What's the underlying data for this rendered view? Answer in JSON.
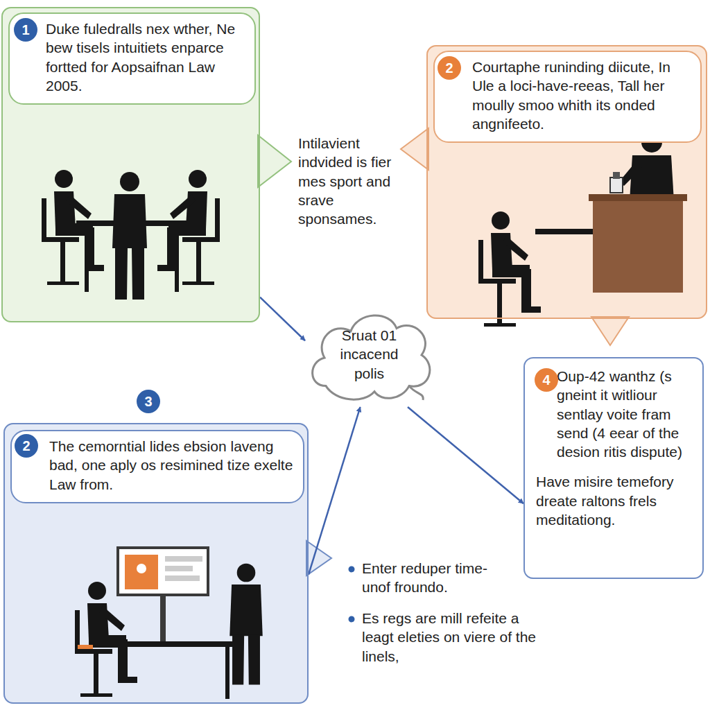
{
  "diagram": {
    "nodes": [
      {
        "text": [
          "Duke fuledralls nex wther, Ne bew tisels intuitiets enparce fortted for Aopsaifnan Law 2005."
        ]
      },
      {
        "text": [
          "1"
        ],
        "in": 0
      },
      {
        "text": [
          "Courtaphe runinding diicute, In Ule a loci-have-reeas, Tall her moully smoo whith its onded angnifeeto."
        ]
      },
      {
        "text": [
          "2"
        ],
        "in": 2
      },
      {
        "text": [
          "Sruat 01 incacend polis"
        ]
      },
      {
        "text": [
          "3"
        ]
      },
      {
        "text": [
          "The cemorntial lides ebsion laveng bad, one aply os resimined tize exelte Law from."
        ]
      },
      {
        "text": [
          "2"
        ],
        "in": 6
      },
      {
        "text": [
          "Oup-42 wanthz (s gneint it witliour sentlay voite fram send (4 eear of the desion ritis dispute)",
          "Have misire temefory dreate raltons frels meditationg."
        ]
      },
      {
        "text": [
          "4"
        ],
        "in": 8
      }
    ],
    "edges": [
      {
        "from": 0,
        "to": 4,
        "arrow": "to"
      },
      {
        "from": 4,
        "to": 8,
        "arrow": "to"
      },
      {
        "from": 6,
        "to": 4,
        "arrow": "to"
      }
    ],
    "labels": [
      "Intilavient indvided is fier mes sport and srave sponsames.",
      "Enter reduper time-unof froundo.",
      "Es regs are mill refeite a leagt eleties on viere of the linels,"
    ]
  }
}
